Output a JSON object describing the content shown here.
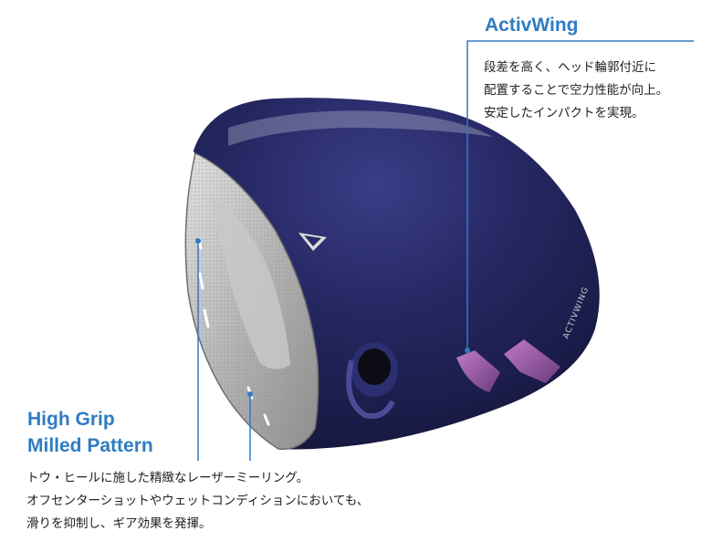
{
  "activwing": {
    "title": "ActivWing",
    "lines": [
      "段差を高く、ヘッド輪郭付近に",
      "配置することで空力性能が向上。",
      "安定したインパクトを実現。"
    ]
  },
  "face": {
    "title_line1": "High Grip",
    "title_line2": "Milled Pattern",
    "lines": [
      "トウ・ヒールに施した精緻なレーザーミーリング。",
      "オフセンターショットやウェットコンディションにおいても、",
      "滑りを抑制し、ギア効果を発揮。"
    ]
  },
  "club": {
    "crown_text": "ACTIVWING"
  },
  "colors": {
    "accent": "#2f7cc2",
    "crown": "#1f2156",
    "wing": "#8a4f98",
    "face": "#b9b9b9"
  }
}
